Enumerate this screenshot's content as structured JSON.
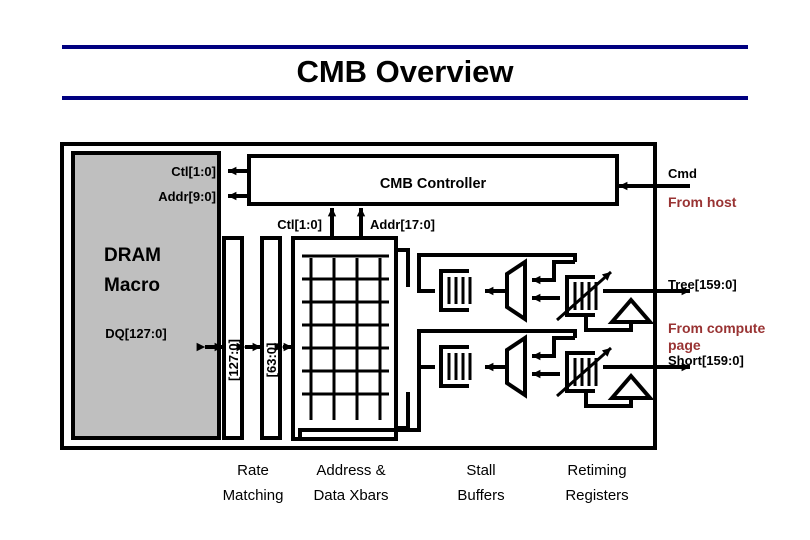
{
  "slide": {
    "title": "CMB Overview",
    "rule_color": "#000080",
    "background": "#ffffff"
  },
  "blocks": {
    "dram_macro": {
      "line1": "DRAM",
      "line2": "Macro",
      "fill": "#bfbfbf",
      "dq_label": "DQ[127:0]"
    },
    "cmb_controller": {
      "label": "CMB Controller"
    }
  },
  "signals": {
    "ctl_to_dram": "Ctl[1:0]",
    "addr_to_dram": "Addr[9:0]",
    "ctl_up": "Ctl[1:0]",
    "addr_up": "Addr[17:0]",
    "rate_match_left": "[127:0]",
    "rate_match_right": "[63:0]",
    "cmd": "Cmd",
    "tree": "Tree[159:0]",
    "short": "Short[159:0]"
  },
  "annotations": {
    "from_host": "From host",
    "from_compute_line1": "From compute",
    "from_compute_line2": "page",
    "red_color": "#993333"
  },
  "captions": [
    {
      "line1": "Rate",
      "line2": "Matching"
    },
    {
      "line1": "Address &",
      "line2": "Data Xbars"
    },
    {
      "line1": "Stall",
      "line2": "Buffers"
    },
    {
      "line1": "Retiming",
      "line2": "Registers"
    }
  ]
}
